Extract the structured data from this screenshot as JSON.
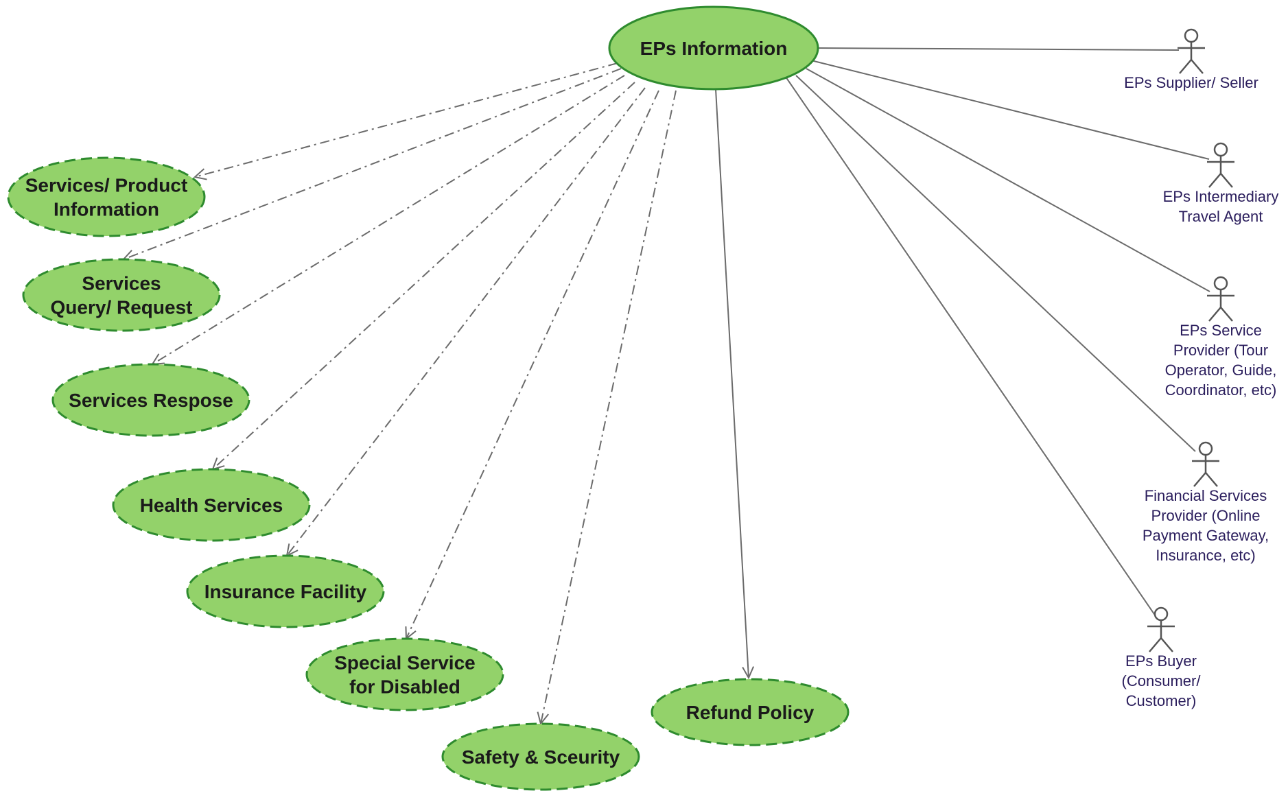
{
  "diagram": {
    "main_use_case": "EPs Information",
    "use_cases": [
      {
        "id": "services-product-information",
        "lines": [
          "Services/ Product",
          "Information"
        ]
      },
      {
        "id": "services-query-request",
        "lines": [
          "Services",
          "Query/ Request"
        ]
      },
      {
        "id": "services-response",
        "lines": [
          "Services Respose"
        ]
      },
      {
        "id": "health-services",
        "lines": [
          "Health Services"
        ]
      },
      {
        "id": "insurance-facility",
        "lines": [
          "Insurance Facility"
        ]
      },
      {
        "id": "special-service-disabled",
        "lines": [
          "Special Service",
          "for Disabled"
        ]
      },
      {
        "id": "safety-security",
        "lines": [
          "Safety & Sceurity"
        ]
      },
      {
        "id": "refund-policy",
        "lines": [
          "Refund Policy"
        ]
      }
    ],
    "actors": [
      {
        "id": "supplier-seller",
        "lines": [
          "EPs Supplier/ Seller"
        ]
      },
      {
        "id": "intermediary-travel-agent",
        "lines": [
          "EPs Intermediary",
          "Travel Agent"
        ]
      },
      {
        "id": "service-provider",
        "lines": [
          "EPs Service",
          "Provider (Tour",
          "Operator, Guide,",
          "Coordinator, etc)"
        ]
      },
      {
        "id": "financial-services-provider",
        "lines": [
          "Financial Services",
          "Provider (Online",
          "Payment Gateway,",
          "Insurance, etc)"
        ]
      },
      {
        "id": "buyer",
        "lines": [
          "EPs Buyer",
          "(Consumer/",
          "Customer)"
        ]
      }
    ],
    "colors": {
      "use_case_fill": "#93d26a",
      "use_case_stroke": "#2e8b2e",
      "connector": "#6b6b6b",
      "actor": "#555555",
      "actor_text": "#2a1d5c"
    }
  }
}
